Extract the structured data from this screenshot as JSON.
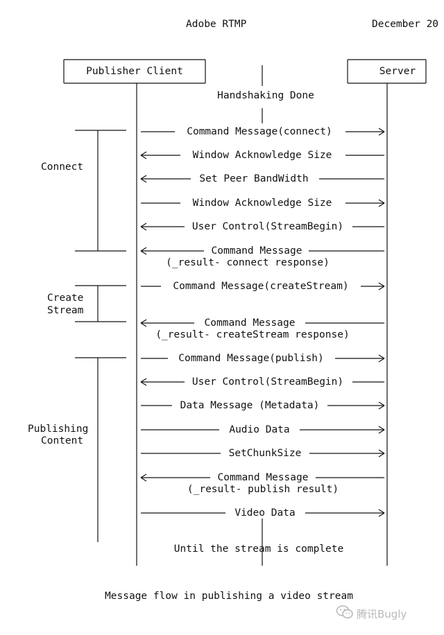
{
  "header": {
    "title": "Adobe RTMP",
    "date": "December 20"
  },
  "participants": {
    "client": "Publisher Client",
    "server": "Server"
  },
  "handshake": "Handshaking Done",
  "phases": {
    "connect": "Connect",
    "create_stream_1": "Create",
    "create_stream_2": "Stream",
    "publishing_1": "Publishing",
    "publishing_2": "Content"
  },
  "messages": [
    {
      "direction": "right",
      "label": "Command Message(connect)"
    },
    {
      "direction": "left",
      "label": "Window Acknowledge Size"
    },
    {
      "direction": "left",
      "label": "Set Peer BandWidth"
    },
    {
      "direction": "right",
      "label": "Window Acknowledge Size"
    },
    {
      "direction": "left",
      "label": "User Control(StreamBegin)"
    },
    {
      "direction": "left",
      "label": "Command Message",
      "sub": "(_result- connect response)"
    },
    {
      "direction": "right",
      "label": "Command Message(createStream)"
    },
    {
      "direction": "left",
      "label": "Command Message",
      "sub": "(_result- createStream response)"
    },
    {
      "direction": "right",
      "label": "Command Message(publish)"
    },
    {
      "direction": "left",
      "label": "User Control(StreamBegin)"
    },
    {
      "direction": "right",
      "label": "Data Message (Metadata)"
    },
    {
      "direction": "right",
      "label": "Audio Data"
    },
    {
      "direction": "right",
      "label": "SetChunkSize"
    },
    {
      "direction": "left",
      "label": "Command Message",
      "sub": "(_result- publish result)"
    },
    {
      "direction": "right",
      "label": "Video Data"
    }
  ],
  "footer_note": "Until the stream is complete",
  "caption": "Message flow in publishing a video stream",
  "watermark": {
    "icon": "wechat-icon",
    "text": "腾讯Bugly"
  }
}
